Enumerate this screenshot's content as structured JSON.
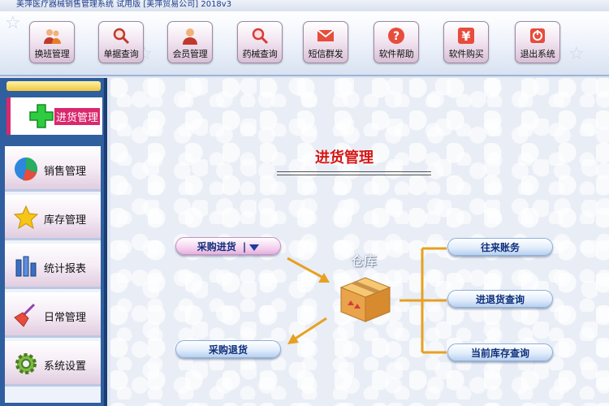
{
  "window": {
    "title": "美萍医疗器械销售管理系统 试用版 [美萍贸易公司] 2018v3"
  },
  "toolbar": {
    "buttons": [
      {
        "label": "换班管理",
        "icon": "users-icon"
      },
      {
        "label": "单据查询",
        "icon": "search-icon"
      },
      {
        "label": "会员管理",
        "icon": "member-icon"
      },
      {
        "label": "药械查询",
        "icon": "magnifier-icon"
      },
      {
        "label": "短信群发",
        "icon": "envelope-icon"
      },
      {
        "label": "软件帮助",
        "icon": "help-icon"
      },
      {
        "label": "软件购买",
        "icon": "yen-icon"
      },
      {
        "label": "退出系统",
        "icon": "exit-icon"
      }
    ]
  },
  "sidebar": {
    "active": {
      "label": "进货管理",
      "icon": "plus-icon"
    },
    "items": [
      {
        "label": "销售管理",
        "icon": "pie-chart-icon"
      },
      {
        "label": "库存管理",
        "icon": "star-icon"
      },
      {
        "label": "统计报表",
        "icon": "bar-chart-icon"
      },
      {
        "label": "日常管理",
        "icon": "broom-icon"
      },
      {
        "label": "系统设置",
        "icon": "gear-icon"
      }
    ]
  },
  "main": {
    "title": "进货管理",
    "warehouse_label": "仓库",
    "purchase_in": "采购进货",
    "purchase_in_separator": "|",
    "purchase_return": "采购退货",
    "accounts": "往来账务",
    "in_return_query": "进退货查询",
    "stock_query": "当前库存查询"
  },
  "colors": {
    "accent_red": "#d41717",
    "sidebar_blue": "#2f5f9f",
    "active_pink": "#d9286d",
    "connector_orange": "#e8a020"
  }
}
